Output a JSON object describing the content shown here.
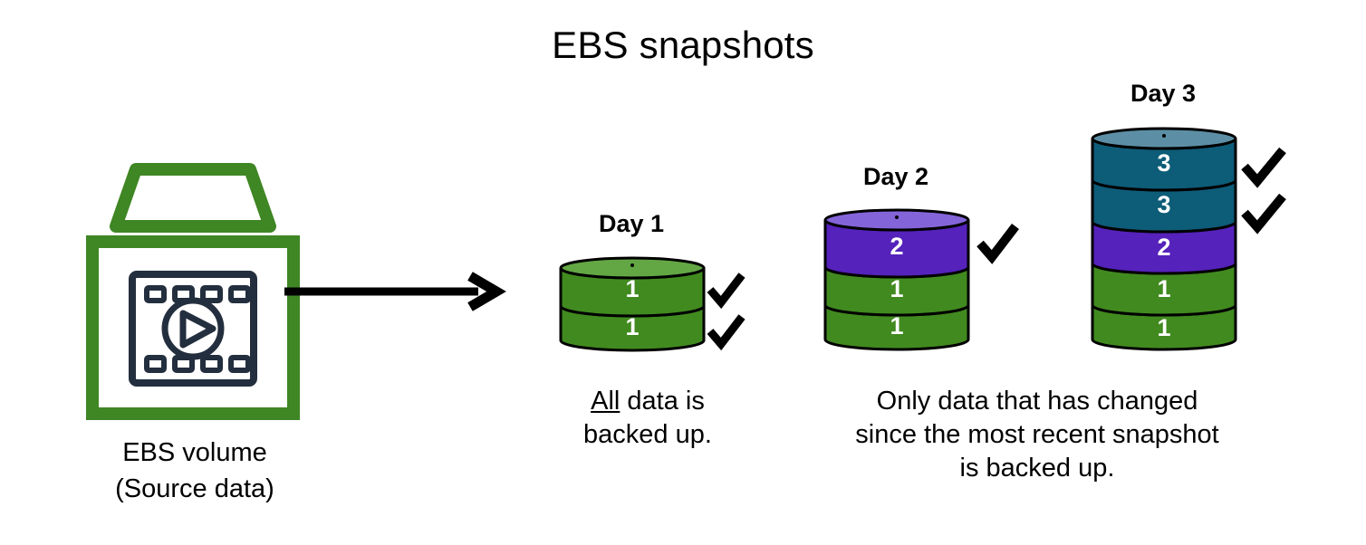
{
  "title": "EBS snapshots",
  "colors": {
    "green": "#418A1F",
    "green_top": "#63A744",
    "purple": "#5522BB",
    "purple_top": "#8464D9",
    "teal": "#0D5C78",
    "teal_top": "#5C8FA5",
    "outline": "#000000",
    "icon_green": "#3F8624",
    "icon_navy": "#232F3E",
    "text": "#000000",
    "number_text": "#FFFFFF"
  },
  "source": {
    "icon_name": "ebs-volume-icon",
    "label_line1": "EBS volume",
    "label_line2": "(Source data)"
  },
  "arrow": {
    "name": "flow-arrow",
    "direction": "right"
  },
  "snapshots": [
    {
      "id": "day1",
      "label": "Day 1",
      "segments": [
        {
          "value": "1",
          "color_key": "green",
          "checked": true
        },
        {
          "value": "1",
          "color_key": "green",
          "checked": true
        }
      ],
      "checkmark_count": 2
    },
    {
      "id": "day2",
      "label": "Day 2",
      "segments": [
        {
          "value": "2",
          "color_key": "purple",
          "checked": true
        },
        {
          "value": "1",
          "color_key": "green",
          "checked": false
        },
        {
          "value": "1",
          "color_key": "green",
          "checked": false
        }
      ],
      "checkmark_count": 1
    },
    {
      "id": "day3",
      "label": "Day 3",
      "segments": [
        {
          "value": "3",
          "color_key": "teal",
          "checked": true
        },
        {
          "value": "3",
          "color_key": "teal",
          "checked": true
        },
        {
          "value": "2",
          "color_key": "purple",
          "checked": false
        },
        {
          "value": "1",
          "color_key": "green",
          "checked": false
        },
        {
          "value": "1",
          "color_key": "green",
          "checked": false
        }
      ],
      "checkmark_count": 2
    }
  ],
  "captions": {
    "day1": {
      "emphasis": "All",
      "rest": " data is",
      "line2": "backed up."
    },
    "days23": {
      "line1": "Only data that has changed",
      "line2": "since the most recent snapshot",
      "line3": "is backed up."
    }
  }
}
